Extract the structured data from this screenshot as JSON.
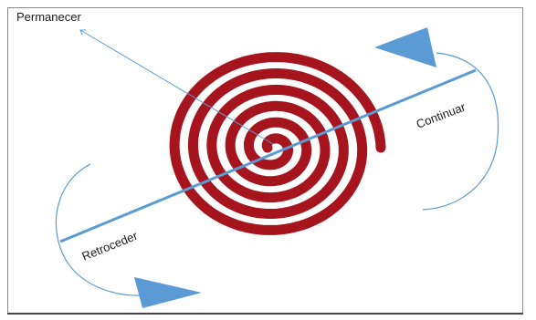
{
  "diagram": {
    "labels": {
      "stay": "Permanecer",
      "continue": "Continuar",
      "retreat": "Retroceder"
    },
    "colors": {
      "spiral": "#a6141d",
      "axis_line": "#5b9bd5",
      "thin_arrow": "#5b9bd5",
      "triangle": "#5b9bd5",
      "loop_curve": "#5b9bd5",
      "frame_border": "#8a8a8a"
    },
    "spiral": {
      "turns": 5.5
    }
  }
}
